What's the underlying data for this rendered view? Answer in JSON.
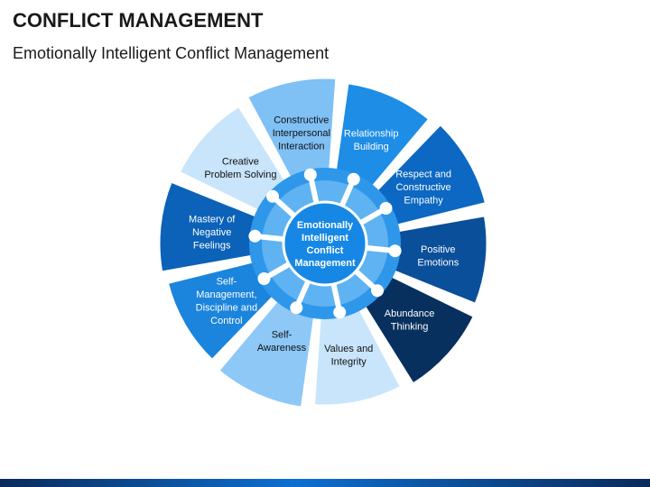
{
  "header": {
    "title": "CONFLICT MANAGEMENT",
    "subtitle": "Emotionally Intelligent Conflict Management"
  },
  "diagram": {
    "center": {
      "lines": [
        "Emotionally",
        "Intelligent",
        "Conflict",
        "Management"
      ]
    },
    "segments": [
      {
        "lines": [
          "Relationship",
          "Building"
        ],
        "fill": "#1d8de6",
        "text_color": "#ffffff"
      },
      {
        "lines": [
          "Respect and",
          "Constructive",
          "Empathy"
        ],
        "fill": "#0c68c2",
        "text_color": "#ffffff"
      },
      {
        "lines": [
          "Positive",
          "Emotions"
        ],
        "fill": "#0a4f9a",
        "text_color": "#ffffff"
      },
      {
        "lines": [
          "Abundance",
          "Thinking"
        ],
        "fill": "#07305e",
        "text_color": "#ffffff"
      },
      {
        "lines": [
          "Values and",
          "Integrity"
        ],
        "fill": "#c8e5fb",
        "text_color": "#111111"
      },
      {
        "lines": [
          "Self-",
          "Awareness"
        ],
        "fill": "#8dc8f7",
        "text_color": "#111111"
      },
      {
        "lines": [
          "Self-",
          "Management,",
          "Discipline and",
          "Control"
        ],
        "fill": "#1b84dc",
        "text_color": "#ffffff"
      },
      {
        "lines": [
          "Mastery of",
          "Negative",
          "Feelings"
        ],
        "fill": "#0b62b8",
        "text_color": "#ffffff"
      },
      {
        "lines": [
          "Creative",
          "Problem Solving"
        ],
        "fill": "#c8e5fb",
        "text_color": "#111111"
      },
      {
        "lines": [
          "Constructive",
          "Interpersonal",
          "Interaction"
        ],
        "fill": "#7fc0f5",
        "text_color": "#111111"
      }
    ],
    "colors": {
      "ring": "#2f97ea",
      "inner_ring": "#5fb3f2",
      "hub": "#1687e4",
      "connector": "#ffffff"
    }
  }
}
